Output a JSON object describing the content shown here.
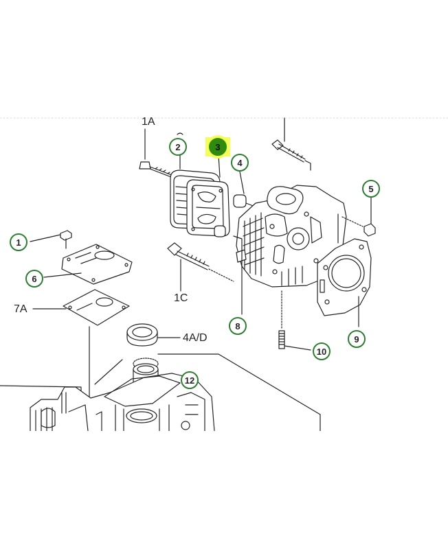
{
  "diagram": {
    "labels": {
      "l1A": "1A",
      "l1C": "1C",
      "l7A": "7A",
      "l4AD": "4A/D"
    },
    "callouts": {
      "c1": "1",
      "c2": "2",
      "c3": "3",
      "c4": "4",
      "c5": "5",
      "c6": "6",
      "c8": "8",
      "c9": "9",
      "c10": "10",
      "c12": "12"
    },
    "colors": {
      "callout_ring": "#2e7d32",
      "highlight_fill": "#2e8b0e",
      "highlight_marker": "#f4ff5a",
      "line": "#222222"
    }
  }
}
